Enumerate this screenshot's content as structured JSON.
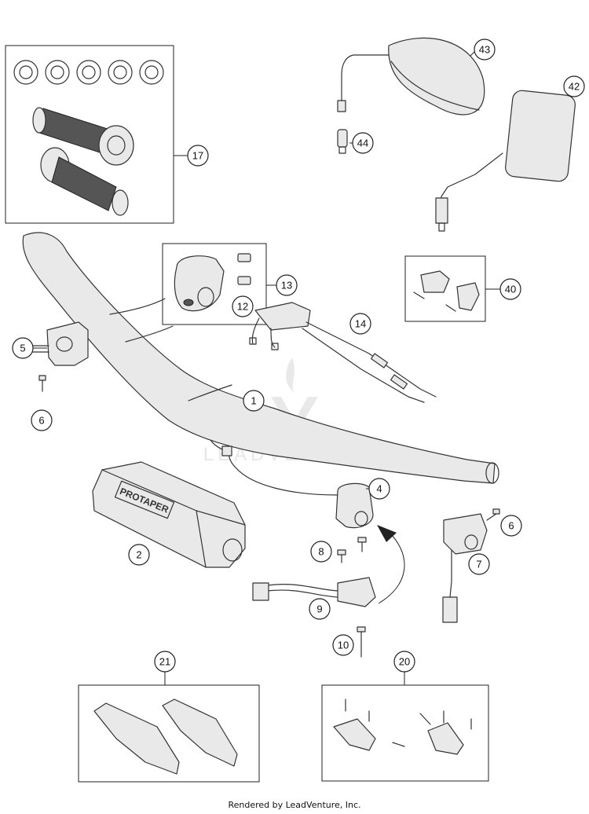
{
  "callouts": [
    {
      "id": "c1",
      "label": "1"
    },
    {
      "id": "c2",
      "label": "2"
    },
    {
      "id": "c4",
      "label": "4"
    },
    {
      "id": "c5",
      "label": "5"
    },
    {
      "id": "c6a",
      "label": "6"
    },
    {
      "id": "c6b",
      "label": "6"
    },
    {
      "id": "c7",
      "label": "7"
    },
    {
      "id": "c8",
      "label": "8"
    },
    {
      "id": "c9",
      "label": "9"
    },
    {
      "id": "c10",
      "label": "10"
    },
    {
      "id": "c12",
      "label": "12"
    },
    {
      "id": "c13",
      "label": "13"
    },
    {
      "id": "c14",
      "label": "14"
    },
    {
      "id": "c17",
      "label": "17"
    },
    {
      "id": "c20",
      "label": "20"
    },
    {
      "id": "c21",
      "label": "21"
    },
    {
      "id": "c40",
      "label": "40"
    },
    {
      "id": "c42",
      "label": "42"
    },
    {
      "id": "c43",
      "label": "43"
    },
    {
      "id": "c44",
      "label": "44"
    }
  ],
  "pad_brand_text": "PROTAPER",
  "watermark": "LEADVENTURE",
  "footer": "Rendered by LeadVenture, Inc."
}
